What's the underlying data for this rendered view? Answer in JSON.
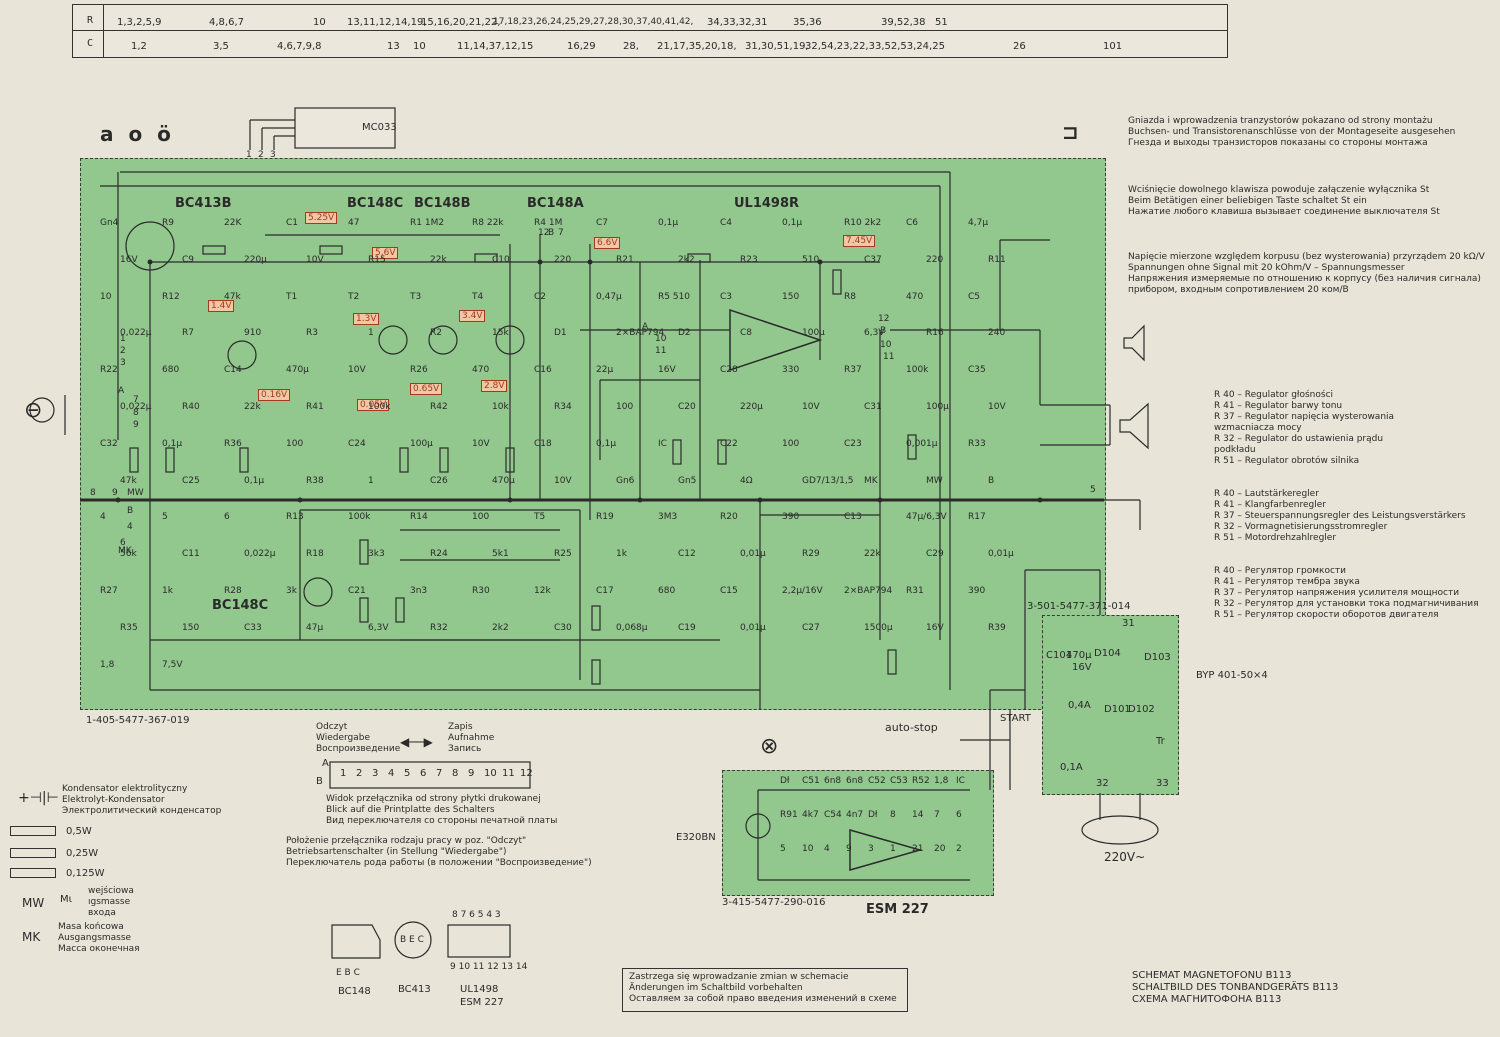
{
  "ref_table": {
    "rows": [
      {
        "key": "R",
        "cells": [
          "1,3,2,5,9",
          "4,8,6,7",
          "10",
          "13,11,12,14,19,",
          "15,16,20,21,22,",
          "17,18,23,26,24,25,29,27,28,30,37,40,41,42,",
          "34,33,32,31",
          "35,36",
          "39,52,38",
          "51"
        ]
      },
      {
        "key": "C",
        "cells": [
          "1,2",
          "3,5",
          "4,6,7,9,8",
          "13",
          "10",
          "11,14,37,12,15",
          "16,29",
          "28,",
          "21,17,35,20,18,",
          "31,30,51,19,",
          "32,54,23,22,33,52,53,24,25",
          "26",
          "101"
        ]
      }
    ]
  },
  "plug_icons": "a o ö",
  "mc033": "MC033",
  "mic_pins": [
    "1",
    "2",
    "3"
  ],
  "transistor_headers": {
    "t1": "BC413B",
    "t2": "BC148C",
    "t3": "BC148B",
    "t4": "BC148A",
    "ic": "UL1498R",
    "t5": "BC148C"
  },
  "voltages": [
    "5.25V",
    "5.6V",
    "1.4V",
    "1.3V",
    "3.4V",
    "0.65V",
    "2.8V",
    "0.05V",
    "0.16V",
    "6.6V",
    "7.45V"
  ],
  "components": [
    "Gn4",
    "R9",
    "22K",
    "C1",
    "47",
    "R1 1M2",
    "R8 22k",
    "R4 1M",
    "C7",
    "0,1μ",
    "C4",
    "0,1μ",
    "R10 2k2",
    "C6",
    "4,7μ",
    "16V",
    "C9",
    "220μ",
    "10V",
    "R15",
    "22k",
    "C10",
    "220",
    "R21",
    "2k2",
    "R23",
    "510",
    "C37",
    "220",
    "R11",
    "10",
    "R12",
    "47k",
    "T1",
    "T2",
    "T3",
    "T4",
    "C2",
    "0,47μ",
    "R5 510",
    "C3",
    "150",
    "R8",
    "470",
    "C5",
    "0,022μ",
    "R7",
    "910",
    "R3",
    "1",
    "R2",
    "15k",
    "D1",
    "2×BAP794",
    "D2",
    "C8",
    "100μ",
    "6,3V",
    "R16",
    "240",
    "R22",
    "680",
    "C14",
    "470μ",
    "10V",
    "R26",
    "470",
    "C16",
    "22μ",
    "16V",
    "C28",
    "330",
    "R37",
    "100k",
    "C35",
    "0,022μ",
    "R40",
    "22k",
    "R41",
    "100k",
    "R42",
    "10k",
    "R34",
    "100",
    "C20",
    "220μ",
    "10V",
    "C31",
    "100μ",
    "10V",
    "C32",
    "0,1μ",
    "R36",
    "100",
    "C24",
    "100μ",
    "10V",
    "C18",
    "0,1μ",
    "IC",
    "C22",
    "100",
    "C23",
    "0,001μ",
    "R33",
    "47k",
    "C25",
    "0,1μ",
    "R38",
    "1",
    "C26",
    "470μ",
    "10V",
    "Gn6",
    "Gn5",
    "4Ω",
    "GD7/13/1,5",
    "MK",
    "MW",
    "B",
    "4",
    "5",
    "6",
    "R13",
    "100k",
    "R14",
    "100",
    "T5",
    "R19",
    "3M3",
    "R20",
    "390",
    "C13",
    "47μ/6,3V",
    "R17",
    "56k",
    "C11",
    "0,022μ",
    "R18",
    "3k3",
    "R24",
    "5k1",
    "R25",
    "1k",
    "C12",
    "0,01μ",
    "R29",
    "22k",
    "C29",
    "0,01μ",
    "R27",
    "1k",
    "R28",
    "3k",
    "C21",
    "3n3",
    "R30",
    "12k",
    "C17",
    "680",
    "C15",
    "2,2μ/16V",
    "2×BAP794",
    "R31",
    "390",
    "R35",
    "150",
    "C33",
    "47μ",
    "6,3V",
    "R32",
    "2k2",
    "C30",
    "0,068μ",
    "C19",
    "0,01μ",
    "C27",
    "1500μ",
    "16V",
    "R39",
    "1,8",
    "7,5V"
  ],
  "part_number_main": "1-405-5477-367-019",
  "part_number_motor": "3-415-5477-290-016",
  "part_number_supply": "3-501-5477-371-014",
  "esm": "ESM 227",
  "e320": "E320BN",
  "motor_comps": [
    "Dł",
    "C51",
    "6n8",
    "6n8",
    "C52",
    "C53",
    "R52",
    "1,8",
    "IC",
    "R91",
    "4k7",
    "C54",
    "4n7",
    "Dł",
    "8",
    "14",
    "7",
    "6",
    "5",
    "10",
    "4",
    "9",
    "3",
    "1",
    "21",
    "20",
    "2"
  ],
  "supply": {
    "comps": [
      "C101",
      "470μ",
      "16V",
      "D104",
      "D103",
      "D101",
      "D102",
      "0,4A",
      "Tr",
      "0,1A",
      "31",
      "32",
      "33"
    ],
    "label": "BYP 401-50×4",
    "mains": "220V~",
    "start": "START",
    "auto": "auto-stop"
  },
  "right_notes": [
    "Gniazda i wprowadzenia tranzystorów pokazano od strony montażu",
    "Buchsen- und Transistorenanschlüsse von der Montageseite ausgesehen",
    "Гнезда и выходы транзисторов показаны со стороны монтажа",
    "",
    "Wciśnięcie dowolnego klawisza powoduje załączenie wyłącznika St",
    "Beim Betätigen einer beliebigen Taste schaltet St ein",
    "Нажатие любого клавиша вызывает соединение выключателя St",
    "",
    "Napięcie mierzone względem korpusu (bez wysterowania) przyrządem  20 kΩ/V",
    "Spannungen ohne Signal mit 20 kOhm/V – Spannungsmesser",
    "Напряжения измеряемые по отношению к корпусу (без наличия сигнала)",
    "прибором, входным сопротивлением 20 ком/В"
  ],
  "regulators": [
    "R 40  – Regulator głośności",
    "R 41  – Regulator barwy tonu",
    "R 37  – Regulator napięcia wysterowania",
    "               wzmacniacza mocy",
    "R 32  – Regulator do ustawienia prądu",
    "               podkładu",
    "R 51  – Regulator obrotów silnika",
    "",
    "R 40  – Lautstärkeregler",
    "R 41  – Klangfarbenregler",
    "R 37  – Steuerspannungsregler des Leistungsverstärkers",
    "R 32  – Vormagnetisierungsstromregler",
    "R 51  – Motordrehzahlregler",
    "",
    "R 40  – Регулятор громкости",
    "R 41  – Регулятор тембра звука",
    "R 37  – Регулятор напряжения усилителя мощности",
    "R 32  – Регулятор для установки тока подмагничивания",
    "R 51  – Регулятор скорости оборотов двигателя"
  ],
  "switch": {
    "left": [
      "Odczyt",
      "Wiedergabe",
      "Воспроизведение"
    ],
    "right": [
      "Zapis",
      "Aufnahme",
      "Запись"
    ],
    "nums": [
      "1",
      "2",
      "3",
      "4",
      "5",
      "6",
      "7",
      "8",
      "9",
      "10",
      "11",
      "12"
    ],
    "a": "A",
    "b": "B",
    "caption": [
      "Widok przełącznika od strony płytki drukowanej",
      "Blick auf die Printplatte des Schalters",
      "Вид переключателя со стороны печатной платы"
    ],
    "pos": [
      "Położenie przełącznika rodzaju pracy w poz. \"Odczyt\"",
      "Betriebsartenschalter (in Stellung \"Wiedergabe\")",
      "Переключатель рода работы (в положении \"Воспроизведение\")"
    ]
  },
  "legend": {
    "elec": [
      "Kondensator elektrolityczny",
      "Elektrolyt-Kondensator",
      "Электролитический конденсатор"
    ],
    "res": [
      "0,5W",
      "0,25W",
      "0,125W"
    ],
    "mw": [
      "MW",
      "Mι",
      "wejściowa",
      "ıgsmasse",
      "входа"
    ],
    "mk": [
      "MK",
      "Masa końcowa",
      "Ausgangsmasse",
      "Масса оконечная"
    ]
  },
  "pinouts": {
    "bc148": "BC148",
    "bc148pins": "E  B  C",
    "bc413": "BC413",
    "bc413pins": "B E C",
    "ul": [
      "UL1498",
      "ESM 227"
    ],
    "ulpins_top": "8 7 6 5 4 3",
    "ulpins_bot": "9 10 11 12 13 14"
  },
  "disclaimer": [
    "Zastrzega się wprowadzanie zmian w schemacie",
    "Änderungen im Schaltbild vorbehalten",
    "Оставляем за собой право введения изменений в схеме"
  ],
  "title": [
    "SCHEMAT MAGNETOFONU B113",
    "SCHALTBILD DES TONBANDGERÄTS B113",
    "СХЕМА МАГНИТОФОНА B113"
  ],
  "misc": [
    "A",
    "7",
    "8",
    "9",
    "1",
    "2",
    "3",
    "A",
    "10",
    "11",
    "12",
    "B",
    "10",
    "11",
    "12",
    "B",
    "7",
    "8",
    "9",
    "MW",
    "B",
    "4",
    "5",
    "6",
    "MK"
  ]
}
